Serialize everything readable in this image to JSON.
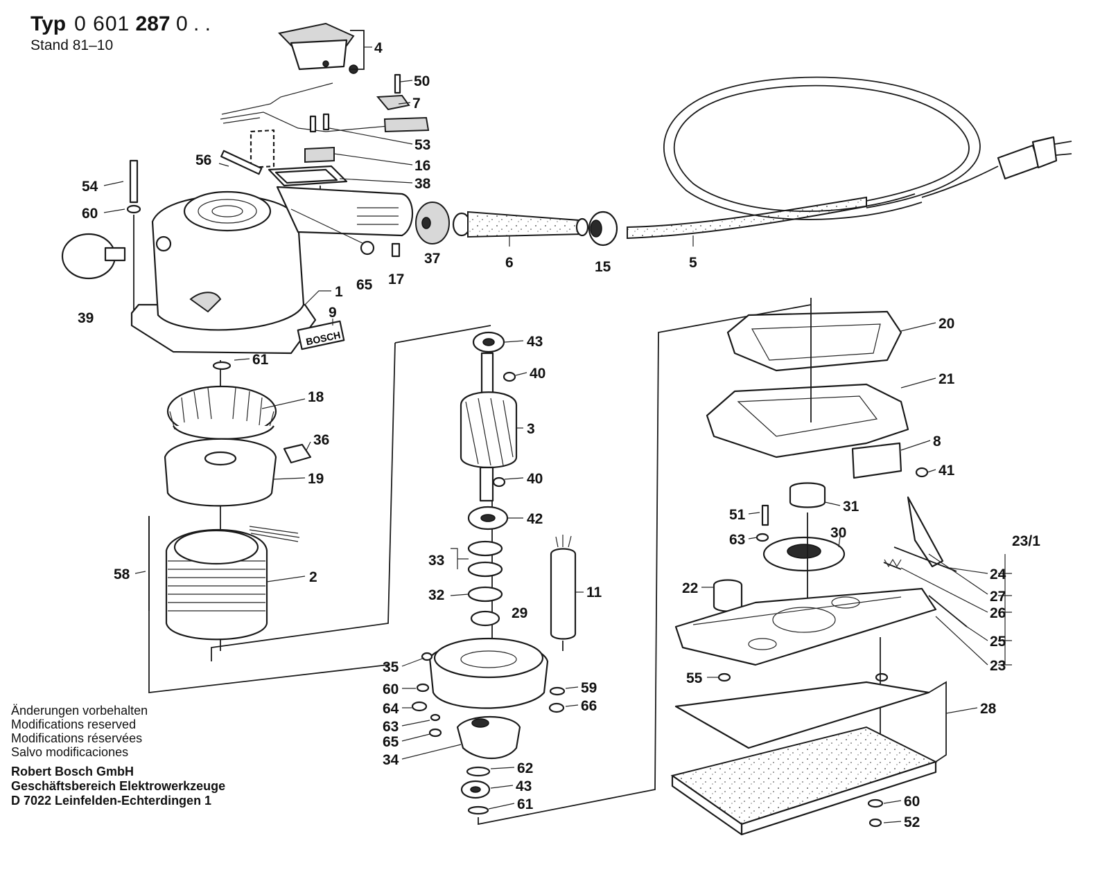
{
  "header": {
    "typ_label": "Typ",
    "typ_number_prefix": "0 601",
    "typ_number_bold": "287",
    "typ_number_suffix": "0 . .",
    "stand_label": "Stand",
    "stand_value": "81–10"
  },
  "notes": {
    "lines": [
      "Änderungen vorbehalten",
      "Modifications reserved",
      "Modifications réservées",
      "Salvo modificaciones"
    ]
  },
  "company": {
    "lines": [
      "Robert Bosch GmbH",
      "Geschäftsbereich Elektrowerkzeuge",
      "D 7022 Leinfelden-Echterdingen 1"
    ]
  },
  "brand_plate": "BOSCH",
  "callouts": [
    {
      "id": "4",
      "text": "4"
    },
    {
      "id": "50",
      "text": "50"
    },
    {
      "id": "7",
      "text": "7"
    },
    {
      "id": "53",
      "text": "53"
    },
    {
      "id": "16",
      "text": "16"
    },
    {
      "id": "38",
      "text": "38"
    },
    {
      "id": "56",
      "text": "56"
    },
    {
      "id": "54",
      "text": "54"
    },
    {
      "id": "60a",
      "text": "60"
    },
    {
      "id": "39",
      "text": "39"
    },
    {
      "id": "65a",
      "text": "65"
    },
    {
      "id": "17",
      "text": "17"
    },
    {
      "id": "1",
      "text": "1"
    },
    {
      "id": "9",
      "text": "9"
    },
    {
      "id": "37",
      "text": "37"
    },
    {
      "id": "6",
      "text": "6"
    },
    {
      "id": "15",
      "text": "15"
    },
    {
      "id": "5",
      "text": "5"
    },
    {
      "id": "61a",
      "text": "61"
    },
    {
      "id": "18",
      "text": "18"
    },
    {
      "id": "36",
      "text": "36"
    },
    {
      "id": "19",
      "text": "19"
    },
    {
      "id": "58",
      "text": "58"
    },
    {
      "id": "2",
      "text": "2"
    },
    {
      "id": "43a",
      "text": "43"
    },
    {
      "id": "40a",
      "text": "40"
    },
    {
      "id": "3",
      "text": "3"
    },
    {
      "id": "40b",
      "text": "40"
    },
    {
      "id": "42",
      "text": "42"
    },
    {
      "id": "33",
      "text": "33"
    },
    {
      "id": "32",
      "text": "32"
    },
    {
      "id": "29",
      "text": "29"
    },
    {
      "id": "11",
      "text": "11"
    },
    {
      "id": "35",
      "text": "35"
    },
    {
      "id": "60b",
      "text": "60"
    },
    {
      "id": "64",
      "text": "64"
    },
    {
      "id": "63a",
      "text": "63"
    },
    {
      "id": "65b",
      "text": "65"
    },
    {
      "id": "34",
      "text": "34"
    },
    {
      "id": "59",
      "text": "59"
    },
    {
      "id": "66",
      "text": "66"
    },
    {
      "id": "62",
      "text": "62"
    },
    {
      "id": "43b",
      "text": "43"
    },
    {
      "id": "61b",
      "text": "61"
    },
    {
      "id": "20",
      "text": "20"
    },
    {
      "id": "21",
      "text": "21"
    },
    {
      "id": "8",
      "text": "8"
    },
    {
      "id": "41",
      "text": "41"
    },
    {
      "id": "31",
      "text": "31"
    },
    {
      "id": "51",
      "text": "51"
    },
    {
      "id": "63b",
      "text": "63"
    },
    {
      "id": "30",
      "text": "30"
    },
    {
      "id": "22",
      "text": "22"
    },
    {
      "id": "23_1",
      "text": "23/1"
    },
    {
      "id": "24",
      "text": "24"
    },
    {
      "id": "27",
      "text": "27"
    },
    {
      "id": "26",
      "text": "26"
    },
    {
      "id": "25",
      "text": "25"
    },
    {
      "id": "23",
      "text": "23"
    },
    {
      "id": "55",
      "text": "55"
    },
    {
      "id": "28",
      "text": "28"
    },
    {
      "id": "60c",
      "text": "60"
    },
    {
      "id": "52",
      "text": "52"
    }
  ]
}
